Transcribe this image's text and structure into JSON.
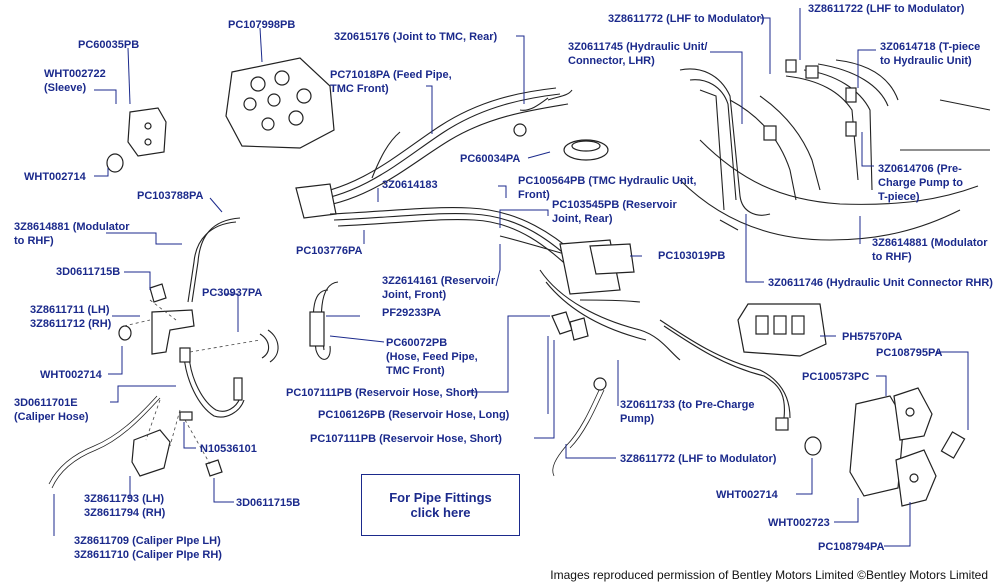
{
  "labels": {
    "pc107998pb": "PC107998PB",
    "pc60035pb": "PC60035PB",
    "wht002722": "WHT002722\n(Sleeve)",
    "wht002714_a": "WHT002714",
    "pc103788pa": "PC103788PA",
    "z8614881_rhf_left": "3Z8614881 (Modulator\nto RHF)",
    "d0611715b_a": "3D0611715B",
    "z8611711": "3Z8611711 (LH)\n3Z8611712 (RH)",
    "wht002714_b": "WHT002714",
    "d0611701e": "3D0611701E\n(Caliper Hose)",
    "n10536101": "N10536101",
    "z8611793": "3Z8611793 (LH)\n3Z8611794 (RH)",
    "d0611715b_b": "3D0611715B",
    "z8611709": "3Z8611709 (Caliper PIpe LH)\n3Z8611710 (Caliper PIpe RH)",
    "z0615176": "3Z0615176 (Joint to TMC, Rear)",
    "pc71018pa": "PC71018PA (Feed Pipe,\nTMC Front)",
    "pc60034pa": "PC60034PA",
    "z0614183": "3Z0614183",
    "pc103776pa": "PC103776PA",
    "pc100564pb": "PC100564PB (TMC Hydraulic Unit,\nFront)",
    "pc103545pb": "PC103545PB (Reservoir\nJoint, Rear)",
    "pc103019pb": "PC103019PB",
    "pc30937pa": "PC30937PA",
    "z2614161": "3Z2614161 (Reservoir\nJoint, Front)",
    "pf29233pa": "PF29233PA",
    "pc60072pb": "PC60072PB\n(Hose, Feed Pipe,\nTMC Front)",
    "pc107111pb_a": "PC107111PB (Reservoir Hose, Short)",
    "pc106126pb": "PC106126PB (Reservoir Hose, Long)",
    "pc107111pb_b": "PC107111PB (Reservoir Hose, Short)",
    "z0611733": "3Z0611733 (to Pre-Charge\nPump)",
    "z8611772_bottom": "3Z8611772 (LHF to Modulator)",
    "z8611772_top": "3Z8611772 (LHF to Modulator)",
    "z8611722": "3Z8611722 (LHF to Modulator)",
    "z0611745": "3Z0611745 (Hydraulic Unit/\nConnector, LHR)",
    "z0614718": "3Z0614718 (T-piece\nto Hydraulic Unit)",
    "z0614706": "3Z0614706 (Pre-\nCharge Pump to\nT-piece)",
    "z8614881_rhf_right": "3Z8614881 (Modulator\nto RHF)",
    "z0611746": "3Z0611746 (Hydraulic Unit Connector RHR)",
    "ph57570pa": "PH57570PA",
    "pc108795pa": "PC108795PA",
    "pc100573pc": "PC100573PC",
    "wht002714_c": "WHT002714",
    "wht002723": "WHT002723",
    "pc108794pa": "PC108794PA"
  },
  "fittings_link": {
    "line1": "For Pipe Fittings",
    "line2": "click here"
  },
  "credits": "Images reproduced permission of Bentley Motors Limited ©Bentley Motors Limited",
  "colors": {
    "label": "#1b2a8c",
    "line_art": "#222222"
  }
}
